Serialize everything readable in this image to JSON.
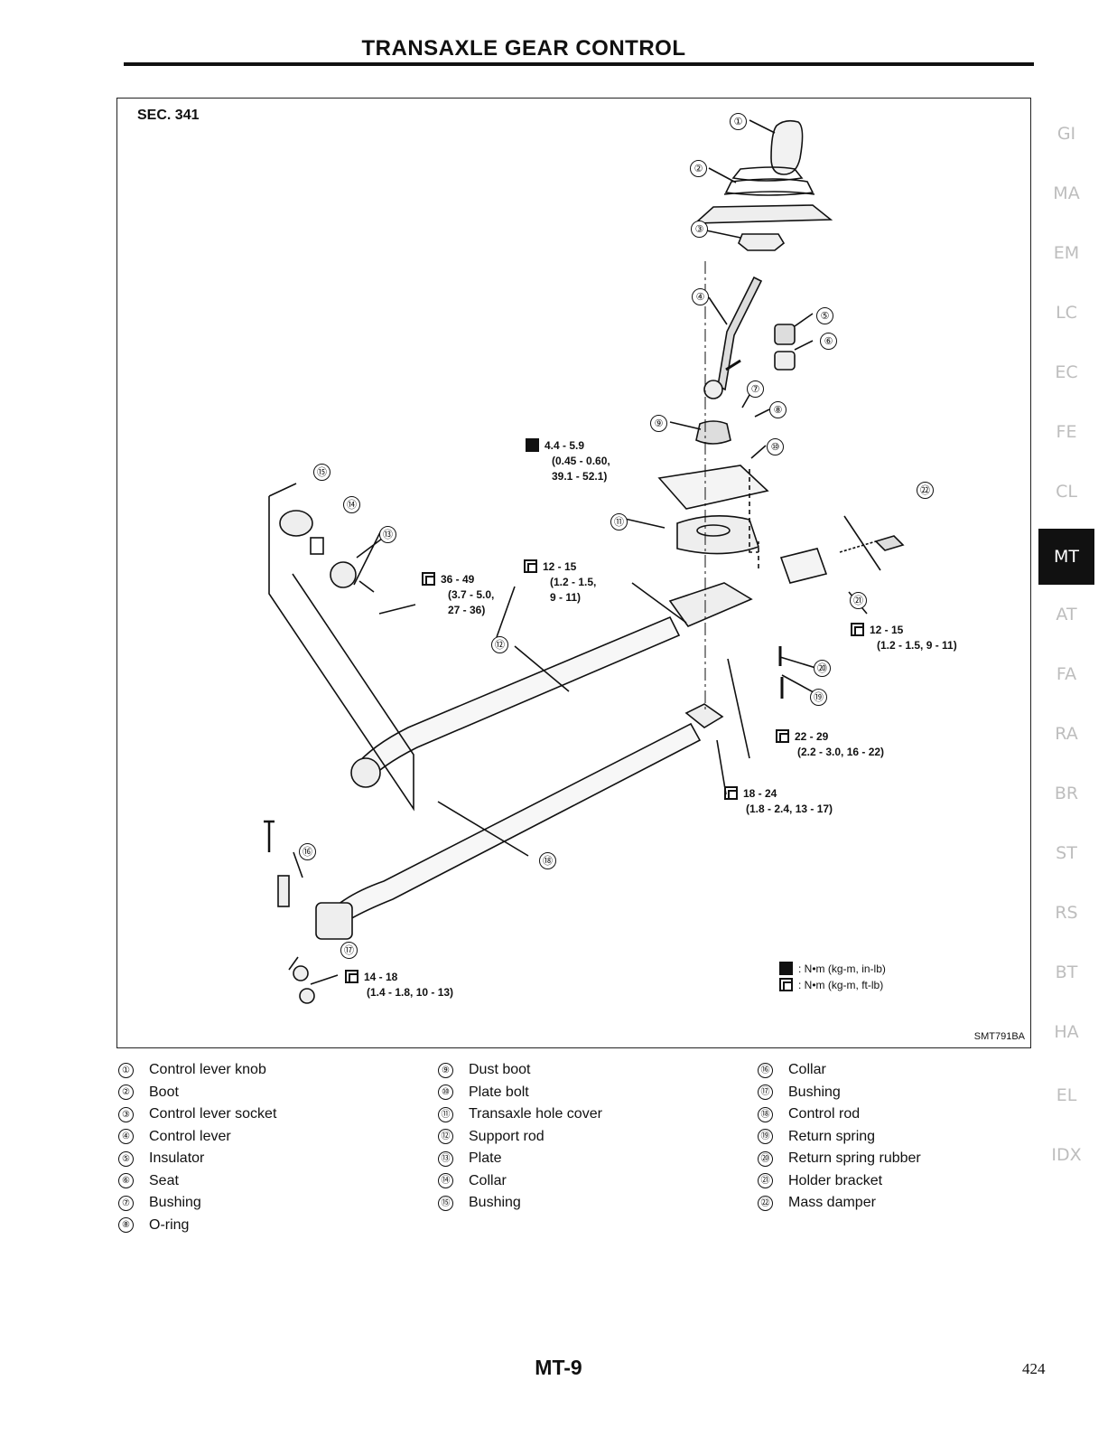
{
  "header": {
    "title": "TRANSAXLE GEAR CONTROL"
  },
  "figure": {
    "section": "SEC. 341",
    "code": "SMT791BA",
    "callout_numbers": [
      "①",
      "②",
      "③",
      "④",
      "⑤",
      "⑥",
      "⑦",
      "⑧",
      "⑨",
      "⑩",
      "⑪",
      "⑫",
      "⑬",
      "⑭",
      "⑮",
      "⑯",
      "⑰",
      "⑱",
      "⑲",
      "⑳",
      "㉑",
      "㉒"
    ],
    "torque_specs": [
      {
        "line1": "4.4 - 5.9",
        "line2": "(0.45 - 0.60,",
        "line3": "39.1 - 52.1)"
      },
      {
        "line1": "36 - 49",
        "line2": "(3.7 - 5.0,",
        "line3": "27 - 36)"
      },
      {
        "line1": "12 - 15",
        "line2": "(1.2 - 1.5,",
        "line3": "9 - 11)"
      },
      {
        "line1": "12 - 15",
        "line2": "(1.2 - 1.5, 9 - 11)"
      },
      {
        "line1": "22 - 29",
        "line2": "(2.2 - 3.0, 16 - 22)"
      },
      {
        "line1": "18 - 24",
        "line2": "(1.8 - 2.4, 13 - 17)"
      },
      {
        "line1": "14 - 18",
        "line2": "(1.4 - 1.8, 10 - 13)"
      }
    ],
    "legend": [
      {
        "text": ": N•m (kg-m, in-lb)"
      },
      {
        "text": ": N•m (kg-m, ft-lb)"
      }
    ]
  },
  "parts": [
    {
      "num": "①",
      "name": "Control lever knob"
    },
    {
      "num": "②",
      "name": "Boot"
    },
    {
      "num": "③",
      "name": "Control lever socket"
    },
    {
      "num": "④",
      "name": "Control lever"
    },
    {
      "num": "⑤",
      "name": "Insulator"
    },
    {
      "num": "⑥",
      "name": "Seat"
    },
    {
      "num": "⑦",
      "name": "Bushing"
    },
    {
      "num": "⑧",
      "name": "O-ring"
    },
    {
      "num": "⑨",
      "name": "Dust boot"
    },
    {
      "num": "⑩",
      "name": "Plate bolt"
    },
    {
      "num": "⑪",
      "name": "Transaxle hole cover"
    },
    {
      "num": "⑫",
      "name": "Support rod"
    },
    {
      "num": "⑬",
      "name": "Plate"
    },
    {
      "num": "⑭",
      "name": "Collar"
    },
    {
      "num": "⑮",
      "name": "Bushing"
    },
    {
      "num": "⑯",
      "name": "Collar"
    },
    {
      "num": "⑰",
      "name": "Bushing"
    },
    {
      "num": "⑱",
      "name": "Control rod"
    },
    {
      "num": "⑲",
      "name": "Return spring"
    },
    {
      "num": "⑳",
      "name": "Return spring rubber"
    },
    {
      "num": "㉑",
      "name": "Holder bracket"
    },
    {
      "num": "㉒",
      "name": "Mass damper"
    }
  ],
  "side_tabs": [
    "GI",
    "MA",
    "EM",
    "LC",
    "EC",
    "FE",
    "CL",
    "MT",
    "AT",
    "FA",
    "RA",
    "BR",
    "ST",
    "RS",
    "BT",
    "HA",
    "EL",
    "IDX"
  ],
  "side_tab_active": "MT",
  "footer": {
    "section_page": "MT-9",
    "page_number": "424"
  }
}
